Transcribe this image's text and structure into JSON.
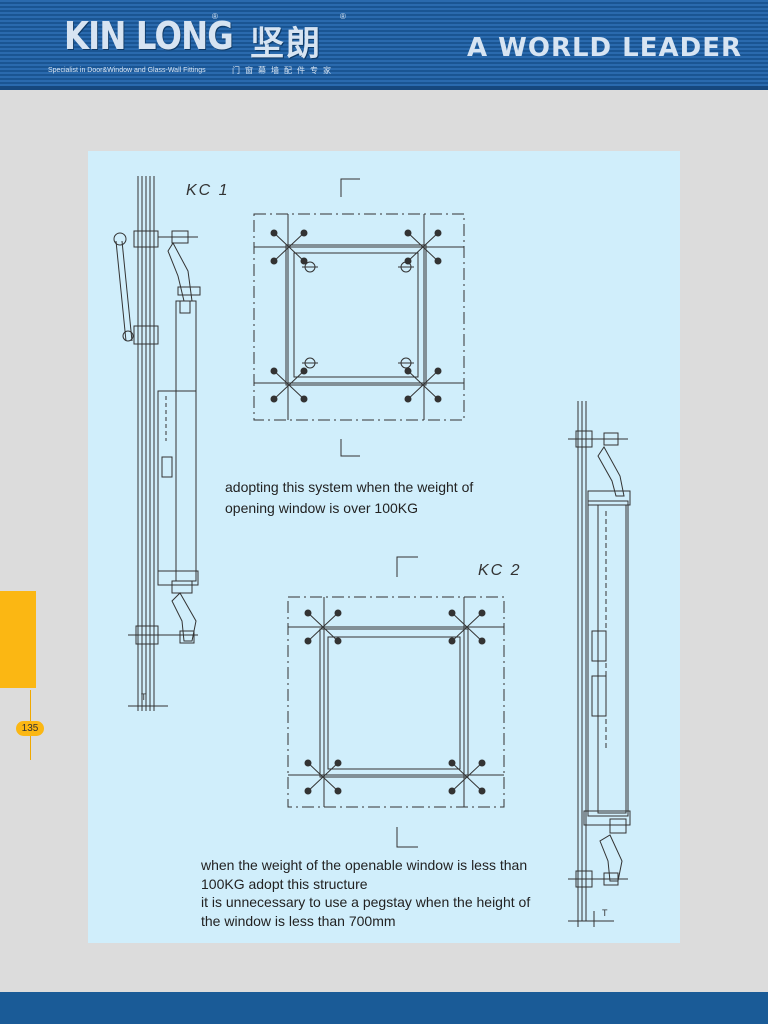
{
  "header": {
    "brand": "KIN LONG",
    "brand_cn": "坚朗",
    "registered_mark": "®",
    "tagline_en": "Specialist in Door&Window and Glass-Wall Fittings",
    "tagline_cn": "门窗幕墙配件专家",
    "slogan": "A WORLD LEADER"
  },
  "page": {
    "number": "135"
  },
  "content": {
    "kc1_label": "KC 1",
    "kc2_label": "KC 2",
    "dimension_label": "T",
    "caption_kc1": "adopting this system when the weight of\nopening window is over 100KG",
    "caption_kc2_line1": "when the weight of the openable window is less than",
    "caption_kc2_line2": "100KG adopt this structure",
    "caption_kc2_line3": "it is unnecessary to use a pegstay when the height of",
    "caption_kc2_line4": "the window is less than 700mm"
  },
  "colors": {
    "header_blue": "#1d5c9c",
    "panel_blue": "#d0eefb",
    "accent_yellow": "#fbb713"
  }
}
